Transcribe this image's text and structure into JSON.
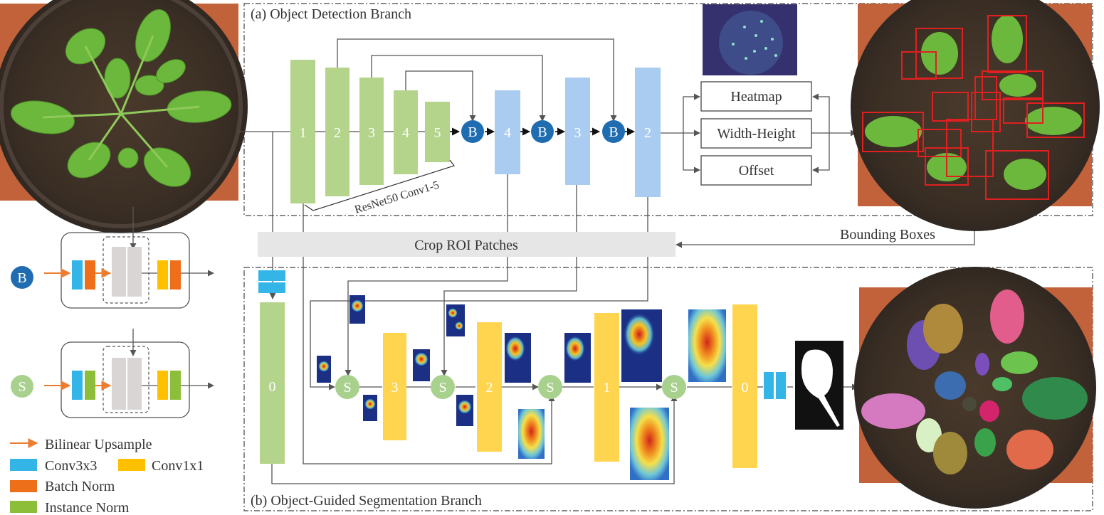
{
  "branches": {
    "detection": "(a) Object Detection Branch",
    "segmentation": "(b) Object-Guided Segmentation Branch"
  },
  "encoder": {
    "blocks": [
      "1",
      "2",
      "3",
      "4",
      "5"
    ],
    "label": "ResNet50 Conv1-5"
  },
  "decoder": {
    "blocks": [
      "4",
      "3",
      "2"
    ],
    "node": "B"
  },
  "heads": [
    "Heatmap",
    "Width-Height",
    "Offset"
  ],
  "crop": {
    "label": "Crop ROI Patches",
    "bbox_label": "Bounding Boxes"
  },
  "seg_blocks": [
    "0",
    "3",
    "2",
    "1",
    "0"
  ],
  "seg_node": "S",
  "legend": {
    "node_b": "B",
    "node_s": "S",
    "items": [
      {
        "label": "Bilinear Upsample",
        "color": "#ED7D31"
      },
      {
        "label": "Conv3x3",
        "color": "#33B5E8"
      },
      {
        "label": "Conv1x1",
        "color": "#FFC000"
      },
      {
        "label": "Batch Norm",
        "color": "#ED6F19"
      },
      {
        "label": "Instance Norm",
        "color": "#8DBE3A"
      }
    ]
  },
  "colors": {
    "encoder": "#B3D48A",
    "decoder": "#A9CCF0",
    "seg": "#FFD54F",
    "node_b": "#1F6CB0",
    "node_s": "#A9D18E",
    "crop_bar": "#E6E6E6"
  }
}
